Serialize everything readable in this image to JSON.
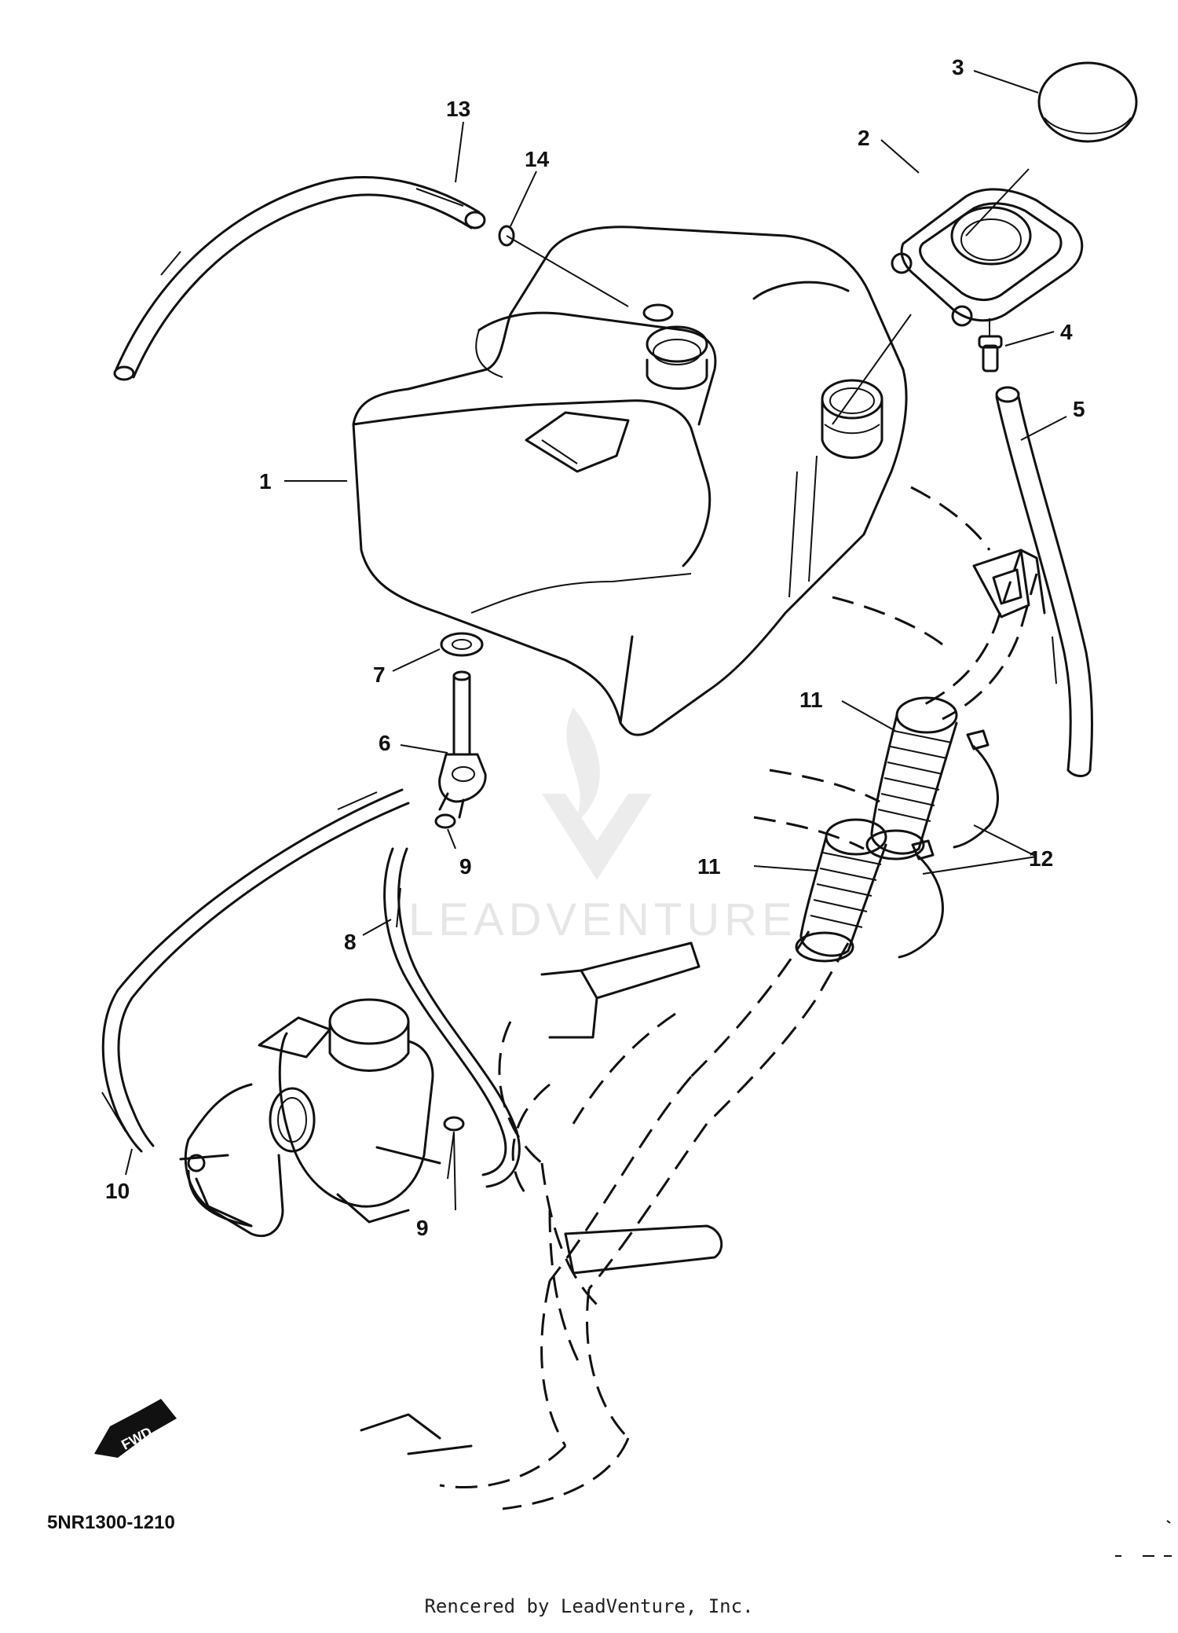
{
  "diagram": {
    "code": "5NR1300-1210",
    "fwd_label": "FWD",
    "watermark": "LEADVENTURE",
    "credit": "Rencered by LeadVenture, Inc.",
    "callouts": [
      {
        "id": "1",
        "text": "1"
      },
      {
        "id": "2",
        "text": "2"
      },
      {
        "id": "3",
        "text": "3"
      },
      {
        "id": "4",
        "text": "4"
      },
      {
        "id": "5",
        "text": "5"
      },
      {
        "id": "6",
        "text": "6"
      },
      {
        "id": "7",
        "text": "7"
      },
      {
        "id": "8",
        "text": "8"
      },
      {
        "id": "9a",
        "text": "9"
      },
      {
        "id": "9b",
        "text": "9"
      },
      {
        "id": "10",
        "text": "10"
      },
      {
        "id": "11a",
        "text": "11"
      },
      {
        "id": "11b",
        "text": "11"
      },
      {
        "id": "12",
        "text": "12"
      },
      {
        "id": "13",
        "text": "13"
      },
      {
        "id": "14",
        "text": "14"
      }
    ]
  }
}
